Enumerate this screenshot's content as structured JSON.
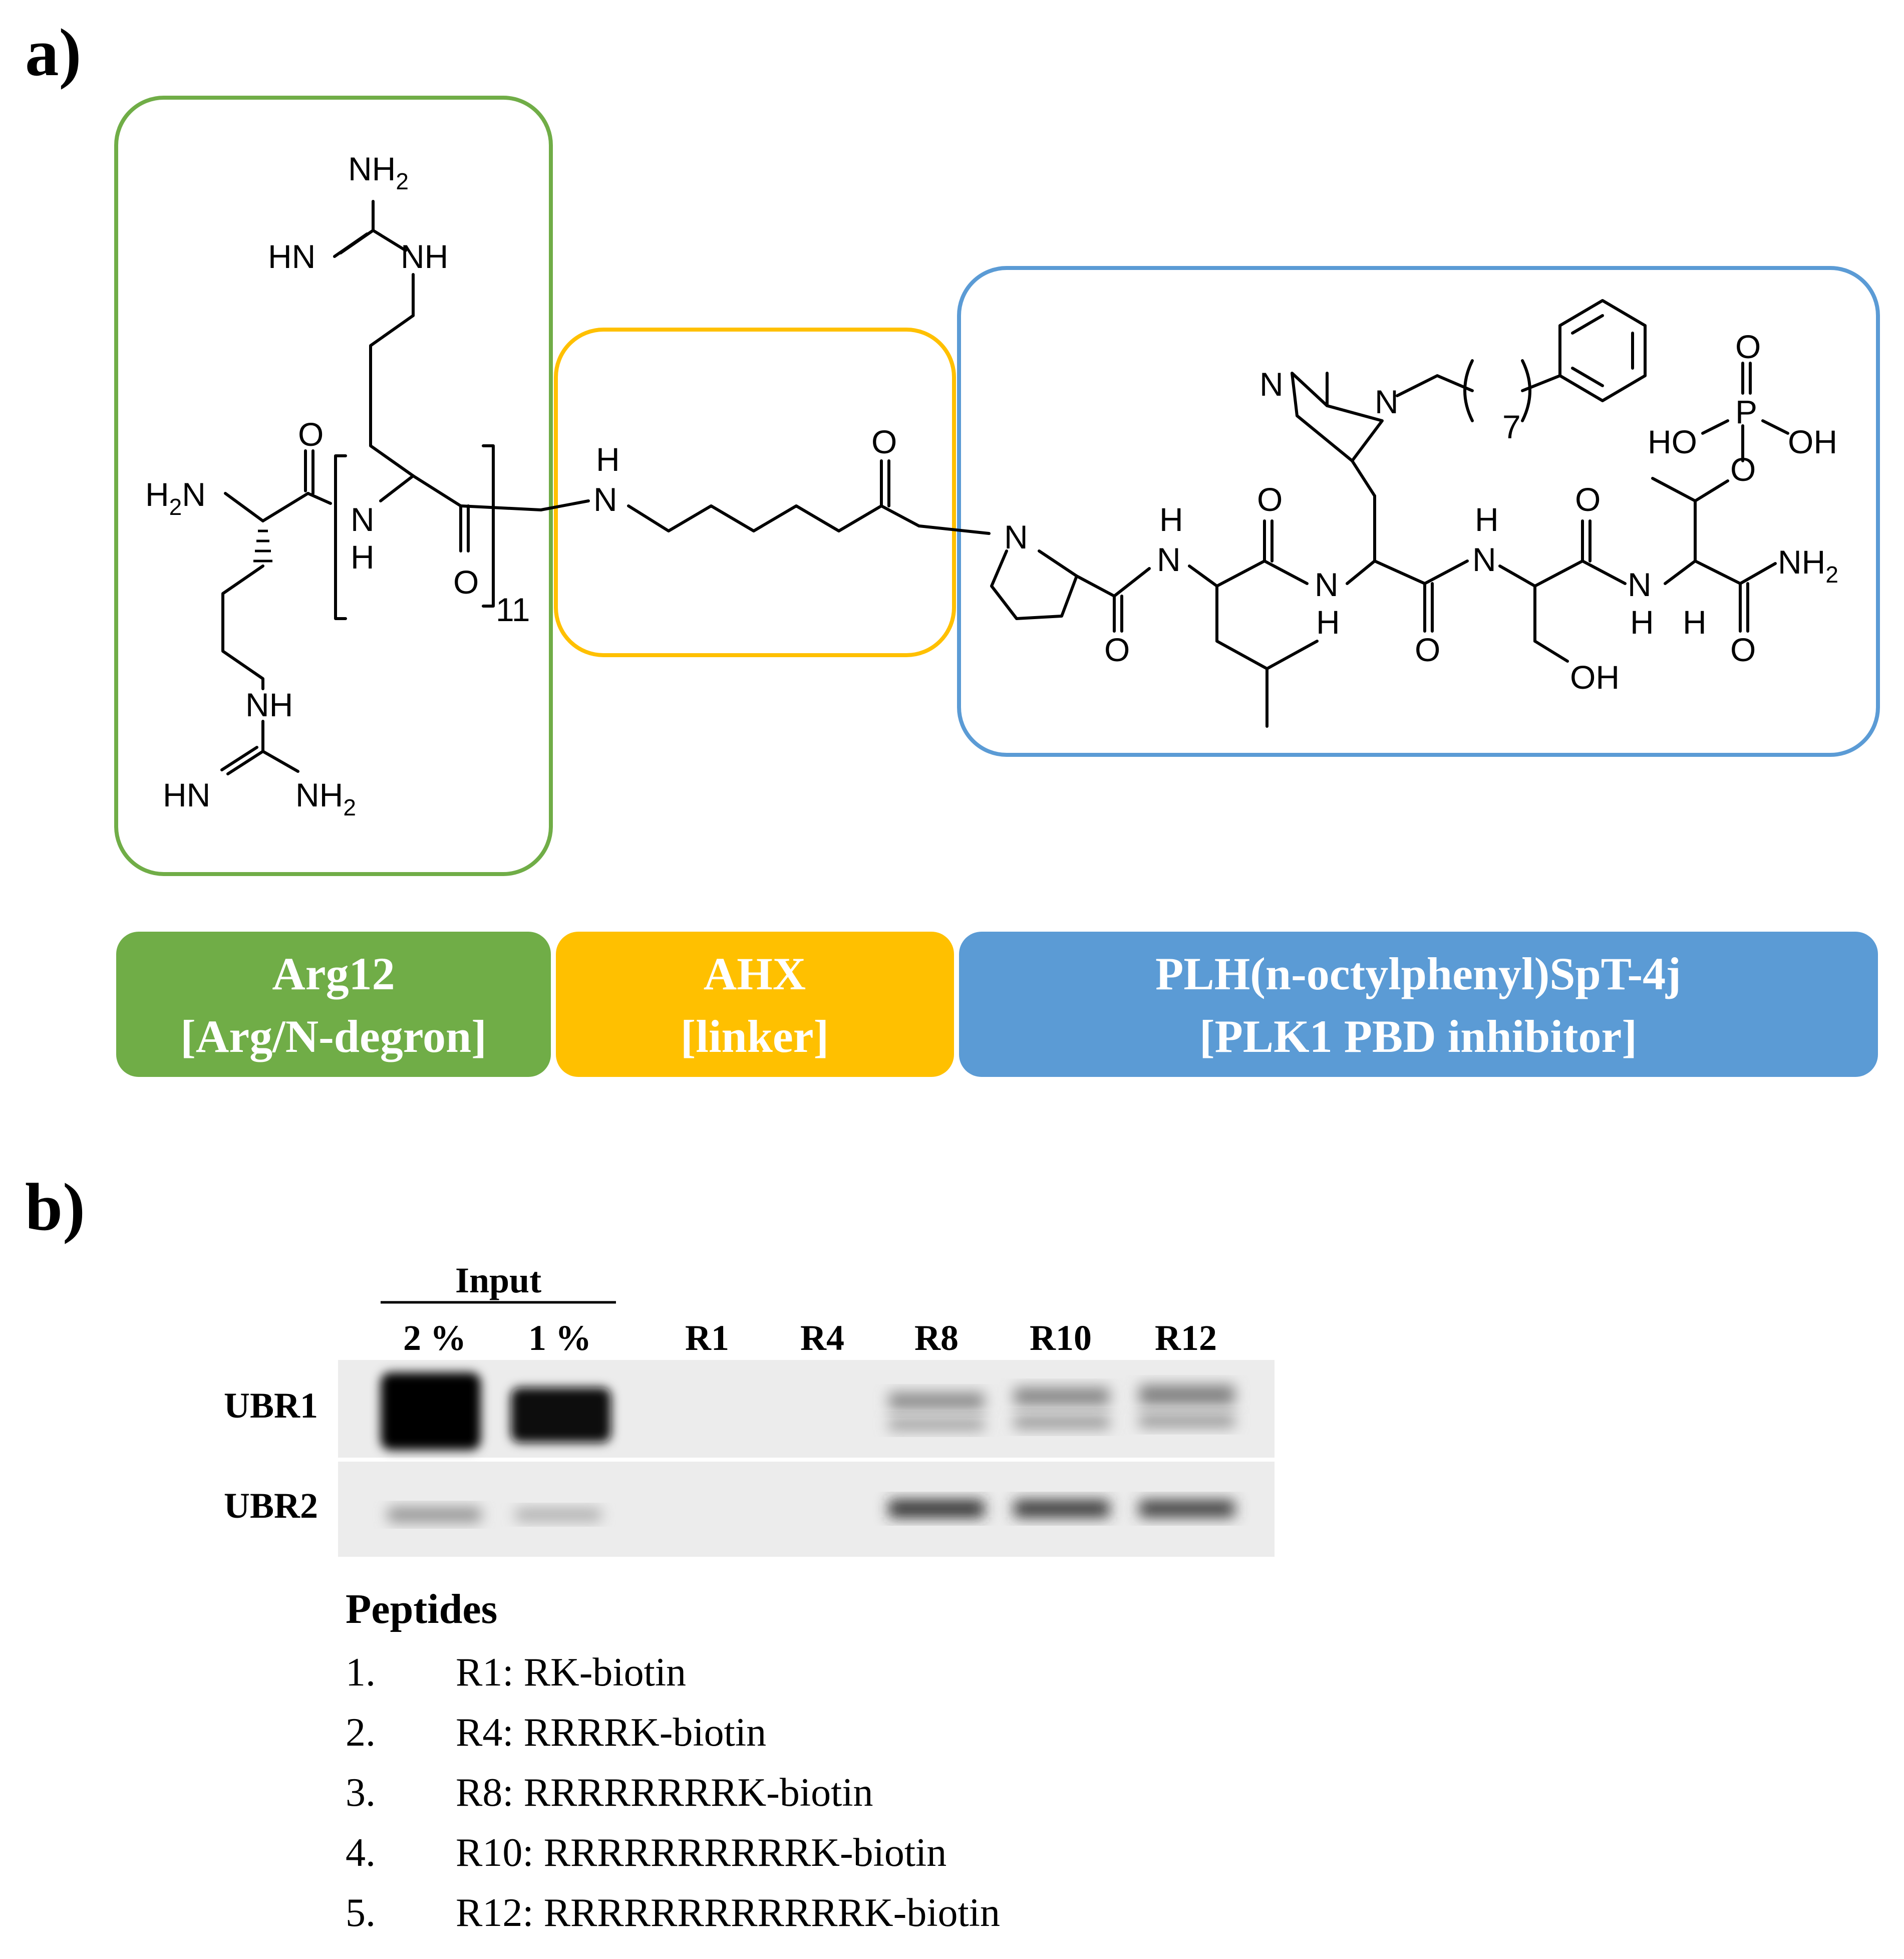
{
  "panel_a": {
    "label": "a)",
    "colors": {
      "green": "#70AD47",
      "yellow": "#FFC000",
      "blue": "#5B9BD5"
    },
    "molecule": {
      "arg": {
        "nh2_top": "NH",
        "hn_left": "HN",
        "nh_mid": "NH",
        "h2n": "H",
        "o_carbonyl": "O",
        "nh_amide": "N",
        "h_amide": "H",
        "o_lower": "O",
        "repeat": "11",
        "nh_lower": "NH",
        "hn_bottom": "HN",
        "nh2_bottom": "NH"
      },
      "ahx": {
        "h": "H",
        "n": "N",
        "o": "O"
      },
      "plh": {
        "pro_n": "N",
        "o_pro": "O",
        "h_leu": "H",
        "n_leu": "N",
        "o_leu": "O",
        "n_his": "N",
        "h_his": "H",
        "o_his": "O",
        "imid_n1": "N",
        "imid_n2": "N",
        "chain": "7",
        "h_ser": "H",
        "n_ser": "N",
        "o_ser": "O",
        "oh_ser": "OH",
        "n_thr": "N",
        "h_thr": "H",
        "h_alpha": "H",
        "o_thr": "O",
        "nh2_thr": "NH",
        "o_top": "O",
        "p": "P",
        "ho": "HO",
        "oh": "OH",
        "o_link": "O"
      }
    },
    "bars": [
      {
        "line1": "Arg12",
        "line2": "[Arg/N-degron]"
      },
      {
        "line1": "AHX",
        "line2": "[linker]"
      },
      {
        "line1": "PLH(n-octylphenyl)SpT-4j",
        "line2": "[PLK1 PBD inhibitor]"
      }
    ]
  },
  "panel_b": {
    "label": "b)",
    "input_label": "Input",
    "lanes": [
      "2 %",
      "1 %",
      "R1",
      "R4",
      "R8",
      "R10",
      "R12"
    ],
    "rows": [
      "UBR1",
      "UBR2"
    ],
    "peptides_title": "Peptides",
    "peptides": [
      {
        "num": "1.",
        "text": "R1: RK-biotin"
      },
      {
        "num": "2.",
        "text": "R4: RRRRK-biotin"
      },
      {
        "num": "3.",
        "text": "R8: RRRRRRRRK-biotin"
      },
      {
        "num": "4.",
        "text": "R10: RRRRRRRRRRK-biotin"
      },
      {
        "num": "5.",
        "text": "R12: RRRRRRRRRRRRK-biotin"
      }
    ]
  }
}
